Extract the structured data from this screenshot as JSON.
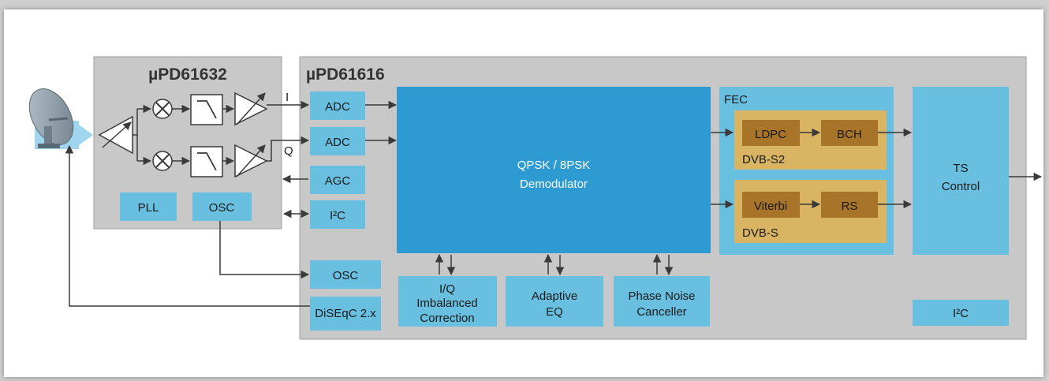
{
  "chip1": {
    "title": "µPD61632",
    "pll": "PLL",
    "osc": "OSC",
    "i_label": "I",
    "q_label": "Q"
  },
  "chip2": {
    "title": "µPD61616",
    "adc1": "ADC",
    "adc2": "ADC",
    "agc": "AGC",
    "i2c_left": "I²C",
    "osc": "OSC",
    "diseqc": "DiSEqC 2.x",
    "demod_line1": "QPSK / 8PSK",
    "demod_line2": "Demodulator",
    "iq_line1": "I/Q",
    "iq_line2": "Imbalanced",
    "iq_line3": "Correction",
    "eq_line1": "Adaptive",
    "eq_line2": "EQ",
    "pnc_line1": "Phase Noise",
    "pnc_line2": "Canceller",
    "fec": "FEC",
    "ldpc": "LDPC",
    "bch": "BCH",
    "dvbs2": "DVB-S2",
    "viterbi": "Viterbi",
    "rs": "RS",
    "dvbs": "DVB-S",
    "ts_line1": "TS",
    "ts_line2": "Control",
    "i2c_right": "I²C"
  },
  "colors": {
    "block": "#69bfe0",
    "demodulator": "#2d9bd2",
    "decoder_group": "#d9b463",
    "decoder_block": "#a8742a",
    "chip": "#c8c8c8"
  },
  "icons": [
    "satellite-dish-icon",
    "amplifier-icon",
    "mixer-icon",
    "lowpass-filter-icon",
    "variable-gain-amplifier-icon"
  ]
}
